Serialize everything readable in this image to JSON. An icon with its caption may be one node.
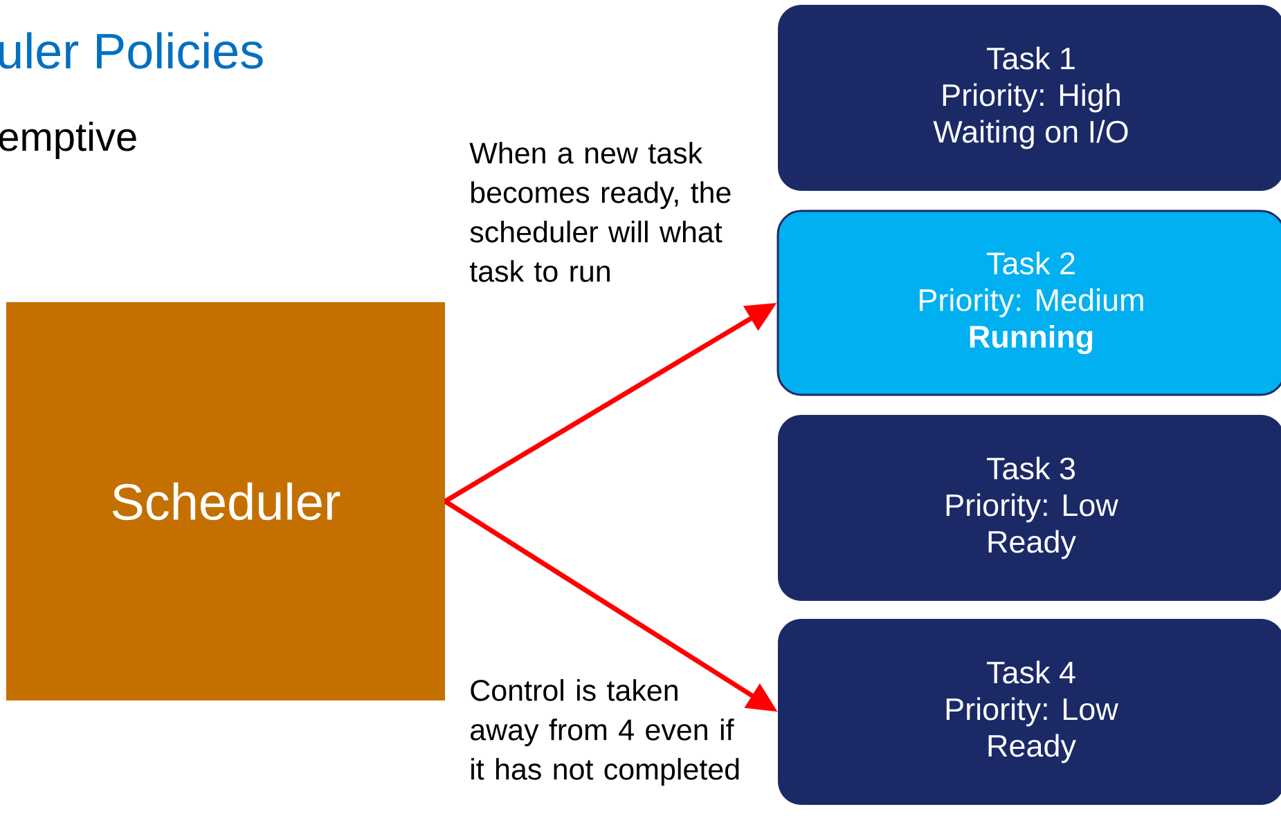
{
  "diagram": {
    "title": "uler Policies",
    "nodes": [
      {
        "text": [
          "Scheduler"
        ]
      },
      {
        "text": [
          "Task 1",
          "Priority: High",
          "Waiting on I/O"
        ]
      },
      {
        "text": [
          "Task 2",
          "Priority: Medium",
          "**Running**"
        ]
      },
      {
        "text": [
          "Task 3",
          "Priority: Low",
          "Ready"
        ]
      },
      {
        "text": [
          "Task 4",
          "Priority: Low",
          "Ready"
        ]
      }
    ],
    "edges": [
      {
        "from": 0,
        "to": 2,
        "arrow": "to",
        "label": "When a new task becomes ready, the scheduler will what task to run"
      },
      {
        "from": 0,
        "to": 4,
        "arrow": "to",
        "label": "Control is taken away from 4 even if it has not completed"
      }
    ],
    "labels": [
      "emptive"
    ]
  }
}
